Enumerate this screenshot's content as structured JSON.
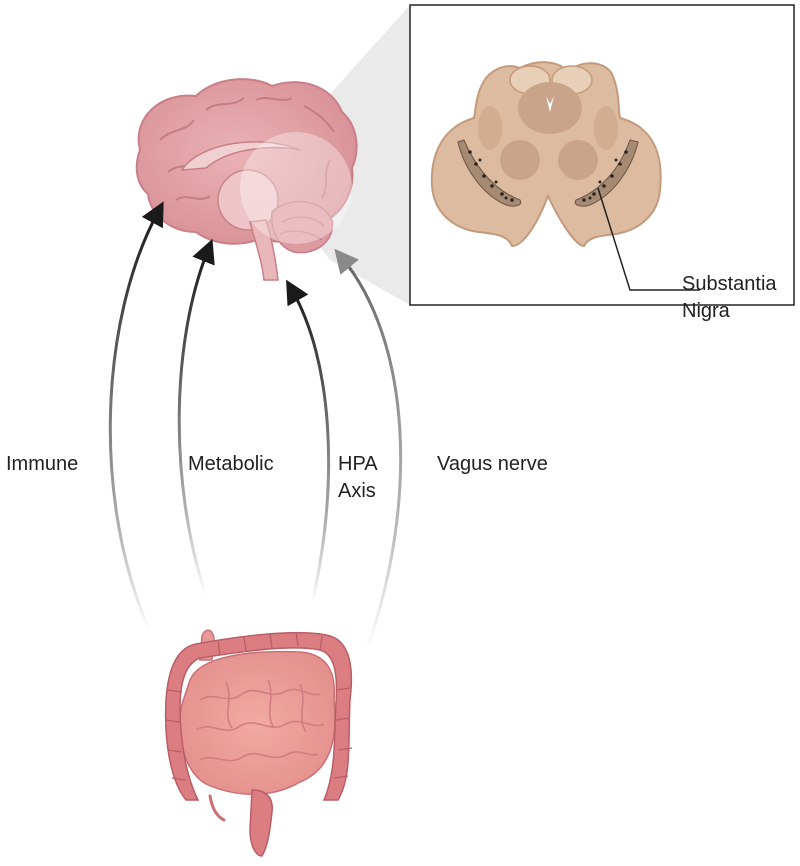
{
  "pathways": [
    {
      "label": "Immune"
    },
    {
      "label": "Metabolic"
    },
    {
      "label_line1": "HPA",
      "label_line2": "Axis"
    },
    {
      "label": "Vagus nerve"
    }
  ],
  "callout": {
    "line1": "Substantia",
    "line2": "Nigra"
  },
  "colors": {
    "arrow": "#1a1a1a",
    "arrow_vagus": "#9a9a9a",
    "brain": "#e3a4a8",
    "brain_dark": "#c97f86",
    "midbrain": "#dcbba0",
    "midbrain_light": "#e8cfb8",
    "gut": "#e89a98",
    "colon": "#d9777c"
  }
}
